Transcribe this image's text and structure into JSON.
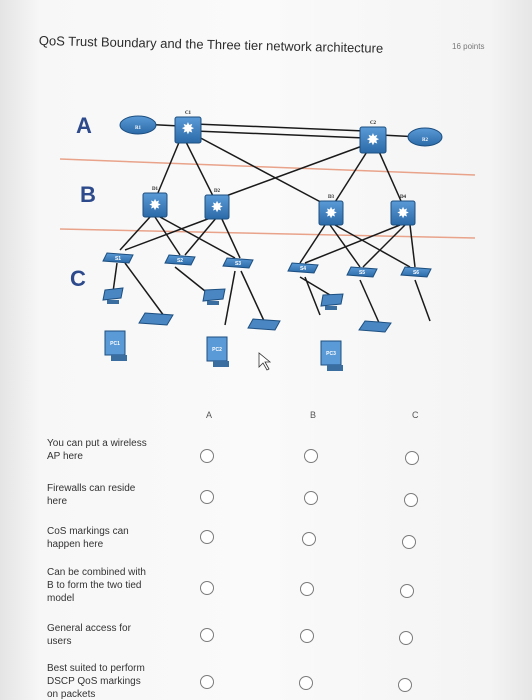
{
  "title": "QoS Trust Boundary and the Three tier network architecture",
  "points": "16 points",
  "layers": [
    "A",
    "B",
    "C"
  ],
  "devices": {
    "router1": "R1",
    "router2": "R2",
    "core1": "C1",
    "core2": "C2",
    "dist1": "D1",
    "dist2": "D2",
    "dist3": "D3",
    "dist4": "D4",
    "sw1": "S1",
    "sw2": "S2",
    "sw3": "S3",
    "sw4": "S4",
    "sw5": "S5",
    "sw6": "S6",
    "pc1": "PC1",
    "pc2": "PC2",
    "pc3": "PC3"
  },
  "columns": [
    "A",
    "B",
    "C"
  ],
  "questions": [
    "You can put a wireless AP here",
    "Firewalls can reside here",
    "CoS markings can happen here",
    "Can be combined with B to form the two tied model",
    "General access for users",
    "Best suited to perform DSCP QoS markings on packets"
  ],
  "colors": {
    "layer_text": "#2d4a8c",
    "device": "#3a7bbf",
    "link": "#1a1a1a",
    "separator": "#e8a38a"
  }
}
